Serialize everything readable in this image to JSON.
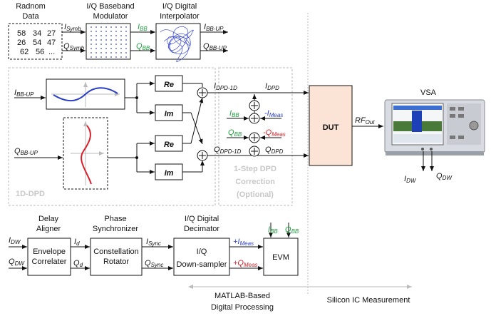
{
  "source": {
    "title_line1": "Radnom",
    "title_line2": "Data",
    "rows": [
      [
        "58",
        "34",
        "27"
      ],
      [
        "26",
        "54",
        "47"
      ],
      [
        "62",
        "56",
        "..."
      ]
    ]
  },
  "modulator": {
    "title_line1": "I/Q Baseband",
    "title_line2": "Modulator",
    "in_i": "I",
    "in_i_sub": "Symb",
    "in_q": "Q",
    "in_q_sub": "Symb",
    "out_i": "I",
    "out_i_sub": "BB",
    "out_q": "Q",
    "out_q_sub": "BB"
  },
  "interpolator": {
    "title_line1": "I/Q Digital",
    "title_line2": "Interpolator",
    "out_i": "I",
    "out_i_sub": "BB-UP",
    "out_q": "Q",
    "out_q_sub": "BB-UP"
  },
  "dpd": {
    "in_i": "I",
    "in_i_sub": "BB-UP",
    "in_q": "Q",
    "in_q_sub": "BB-UP",
    "re": "Re",
    "im": "Im",
    "label": "1D-DPD",
    "out_i": "I",
    "out_i_sub": "DPD-1D",
    "out_q": "Q",
    "out_q_sub": "DPD-1D"
  },
  "correction": {
    "label_line1": "1-Step DPD",
    "label_line2": "Correction",
    "label_line3": "(Optional)",
    "ibb": "I",
    "ibb_sub": "BB",
    "imeas": "-I",
    "imeas_sub": "Meas",
    "qbb": "Q",
    "qbb_sub": "BB",
    "qmeas": "-Q",
    "qmeas_sub": "Meas",
    "out_i": "I",
    "out_i_sub": "DPD",
    "out_q": "Q",
    "out_q_sub": "DPD"
  },
  "dut": {
    "label": "DUT",
    "rf": "RF",
    "rf_sub": "Out"
  },
  "vsa": {
    "label": "VSA",
    "out_i": "I",
    "out_i_sub": "DW",
    "out_q": "Q",
    "out_q_sub": "DW"
  },
  "processing": {
    "delay_title1": "Delay",
    "delay_title2": "Aligner",
    "delay_box1": "Envelope",
    "delay_box2": "Correlater",
    "in_i": "I",
    "in_i_sub": "DW",
    "in_q": "Q",
    "in_q_sub": "DW",
    "d_i": "I",
    "d_i_sub": "d",
    "d_q": "Q",
    "d_q_sub": "d",
    "phase_title1": "Phase",
    "phase_title2": "Synchronizer",
    "phase_box1": "Constellation",
    "phase_box2": "Rotator",
    "sync_i": "I",
    "sync_i_sub": "Sync",
    "sync_q": "Q",
    "sync_q_sub": "Sync",
    "dec_title1": "I/Q Digital",
    "dec_title2": "Decimator",
    "dec_box1": "I/Q",
    "dec_box2": "Down-sampler",
    "meas_i": "+I",
    "meas_i_sub": "Meas",
    "meas_q": "+Q",
    "meas_q_sub": "Meas",
    "evm": "EVM",
    "evm_ibb": "I",
    "evm_ibb_sub": "BB",
    "evm_qbb": "Q",
    "evm_qbb_sub": "BB"
  },
  "footer": {
    "matlab_line1": "MATLAB-Based",
    "matlab_line2": "Digital Processing",
    "silicon": "Silicon IC Measurement"
  },
  "colors": {
    "green": "#20a040",
    "red": "#d8202a",
    "blue": "#2a3fc8",
    "dut_fill": "#fbe4d5",
    "grey": "#c8c8c8"
  }
}
